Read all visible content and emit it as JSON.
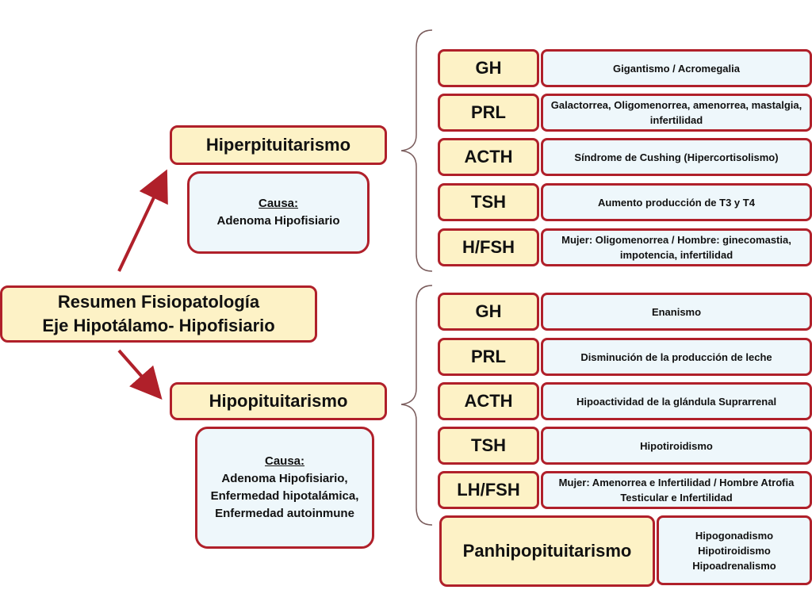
{
  "root": {
    "line1": "Resumen  Fisiopatología",
    "line2": "Eje Hipotálamo- Hipofisiario"
  },
  "hyper": {
    "title": "Hiperpituitarismo",
    "cause_label": "Causa:",
    "cause_text": "Adenoma Hipofisiario",
    "rows": [
      {
        "hormone": "GH",
        "effect": "Gigantismo / Acromegalia"
      },
      {
        "hormone": "PRL",
        "effect": "Galactorrea, Oligomenorrea, amenorrea, mastalgia, infertilidad"
      },
      {
        "hormone": "ACTH",
        "effect": "Síndrome de Cushing (Hipercortisolismo)"
      },
      {
        "hormone": "TSH",
        "effect": "Aumento producción de  T3 y T4"
      },
      {
        "hormone": "H/FSH",
        "effect": "Mujer: Oligomenorrea / Hombre: ginecomastia, impotencia, infertilidad"
      }
    ]
  },
  "hypo": {
    "title": "Hipopituitarismo",
    "cause_label": "Causa:",
    "cause_text": "Adenoma Hipofisiario, Enfermedad hipotalámica, Enfermedad autoinmune",
    "rows": [
      {
        "hormone": "GH",
        "effect": "Enanismo"
      },
      {
        "hormone": "PRL",
        "effect": "Disminución de la producción de  leche"
      },
      {
        "hormone": "ACTH",
        "effect": "Hipoactividad  de la glándula Suprarrenal"
      },
      {
        "hormone": "TSH",
        "effect": "Hipotiroidismo"
      },
      {
        "hormone": "LH/FSH",
        "effect": "Mujer: Amenorrea e Infertilidad / Hombre Atrofia Testicular e Infertilidad"
      }
    ],
    "panhipo": {
      "title": "Panhipopituitarismo",
      "effects": [
        "Hipogonadismo",
        "Hipotiroidismo",
        "Hipoadrenalismo"
      ]
    }
  }
}
